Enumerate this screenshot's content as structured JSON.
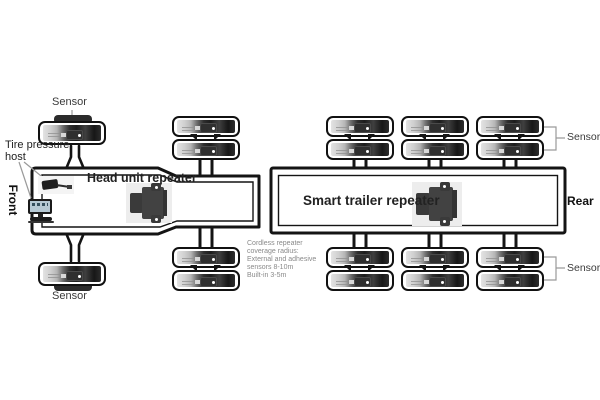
{
  "diagram": {
    "front_label": "Front",
    "rear_label": "Rear",
    "head_unit_repeater_label": "Head unit repeater",
    "smart_trailer_repeater_label": "Smart trailer repeater",
    "sensor_label_front_top": "Sensor",
    "sensor_label_front_bottom": "Sensor",
    "sensor_label_rear_top": "Sensor",
    "sensor_label_rear_bottom": "Sensor",
    "tire_pressure_host_line1": "Tire pressure",
    "tire_pressure_host_line2": "host"
  },
  "note": {
    "lines": [
      "Cordless repeater",
      "coverage radius:",
      "External and adhesive",
      "sensors 8-10m",
      "Built-in 3-5m"
    ]
  },
  "colors": {
    "ink": "#141414",
    "leader_line": "#9a9a9a",
    "note_text": "#8a8a8a",
    "photo_background": "#ededed"
  }
}
